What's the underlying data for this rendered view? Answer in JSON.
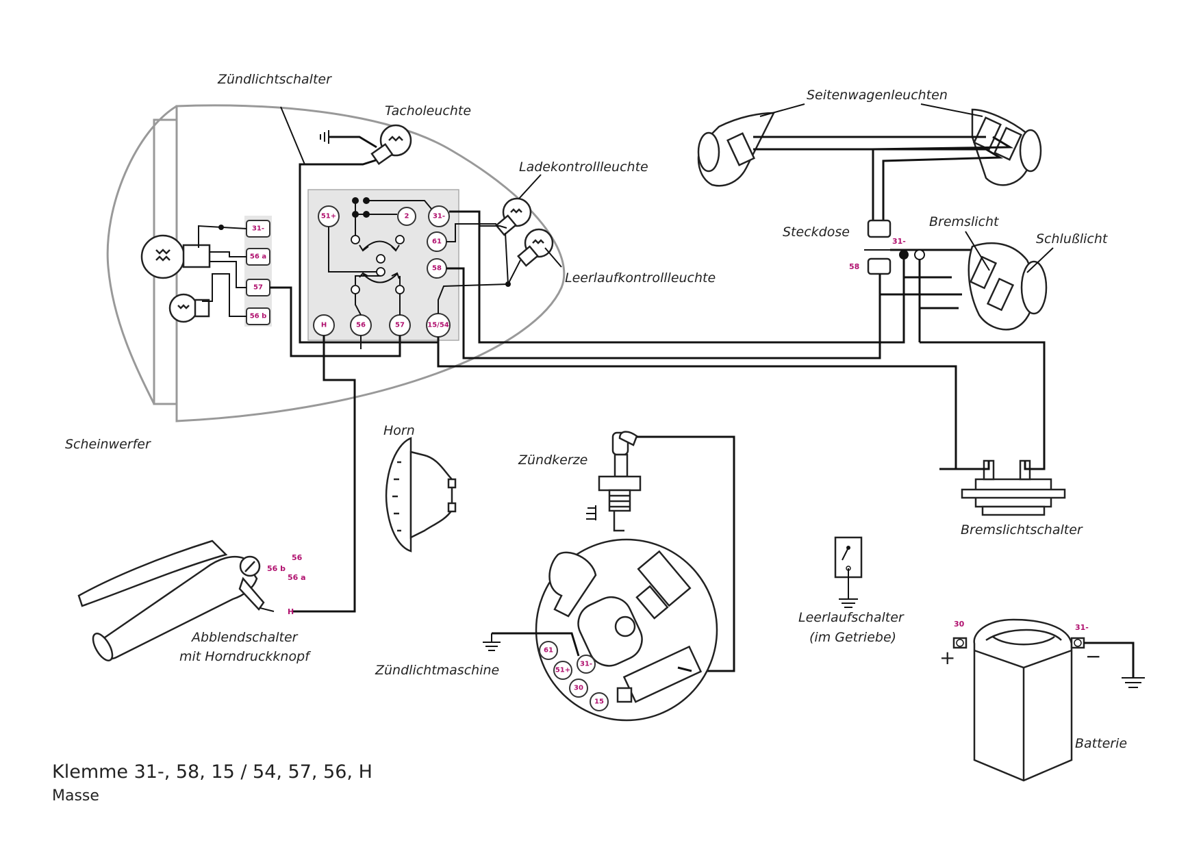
{
  "labels": {
    "zuendlichtschalter": "Zündlichtschalter",
    "tacholeuchte": "Tacholeuchte",
    "ladekontrollleuchte": "Ladekontrollleuchte",
    "leerlaufkontrollleuchte": "Leerlaufkontrollleuchte",
    "scheinwerfer": "Scheinwerfer",
    "seitenwagenleuchten": "Seitenwagenleuchten",
    "steckdose": "Steckdose",
    "bremslicht": "Bremslicht",
    "schlusslicht": "Schlußlicht",
    "bremslichtschalter": "Bremslichtschalter",
    "horn": "Horn",
    "zuendkerze": "Zündkerze",
    "zuendlichtmaschine": "Zündlichtmaschine",
    "leerlaufschalter_1": "Leerlaufschalter",
    "leerlaufschalter_2": "(im Getriebe)",
    "abblendschalter_1": "Abblendschalter",
    "abblendschalter_2": "mit Horndruckknopf",
    "batterie": "Batterie"
  },
  "terminals": {
    "headlight": [
      "31-",
      "56 a",
      "57",
      "56 b"
    ],
    "switch": [
      "51+",
      "2",
      "31-",
      "61",
      "58",
      "H",
      "56",
      "57",
      "15/54"
    ],
    "socket": [
      "31-",
      "58"
    ],
    "dimmer": [
      "56",
      "56 b",
      "56 a",
      "H"
    ],
    "generator": [
      "61",
      "31-",
      "51+",
      "30",
      "15"
    ],
    "battery": [
      "30",
      "31-"
    ]
  },
  "battery_symbols": {
    "plus": "+",
    "minus": "−"
  },
  "footer": {
    "line1": "Klemme 31-, 58, 15 / 54, 57, 56, H",
    "line2": "Masse"
  },
  "colors": {
    "terminal_text": "#b0106e",
    "wire": "#111111",
    "switch_panel": "#e6e6e6",
    "outline": "#999999"
  }
}
